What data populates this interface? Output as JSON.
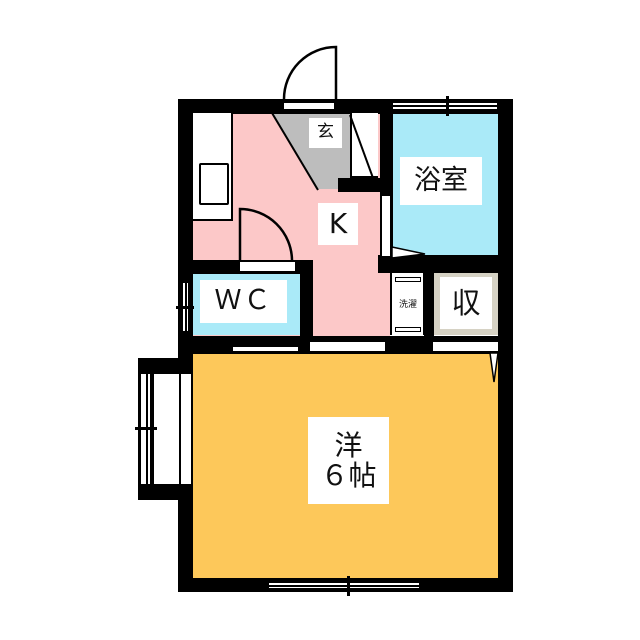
{
  "plan": {
    "colors": {
      "wall": "#000000",
      "kitchen": "#fcc8c8",
      "entrance": "#bdbdbd",
      "bath": "#aaeaf8",
      "wc": "#aaeaf8",
      "storage": "#d6d2c4",
      "western_room": "#fdc85a",
      "label_bg": "#ffffff"
    },
    "rooms": {
      "entrance": {
        "label": "玄"
      },
      "kitchen": {
        "label": "K"
      },
      "bath": {
        "label": "浴室"
      },
      "wc": {
        "label": "ＷＣ"
      },
      "laundry": {
        "label": "洗濯"
      },
      "storage": {
        "label": "収"
      },
      "western_room": {
        "label_line1": "洋",
        "label_line2": "６帖"
      }
    }
  }
}
